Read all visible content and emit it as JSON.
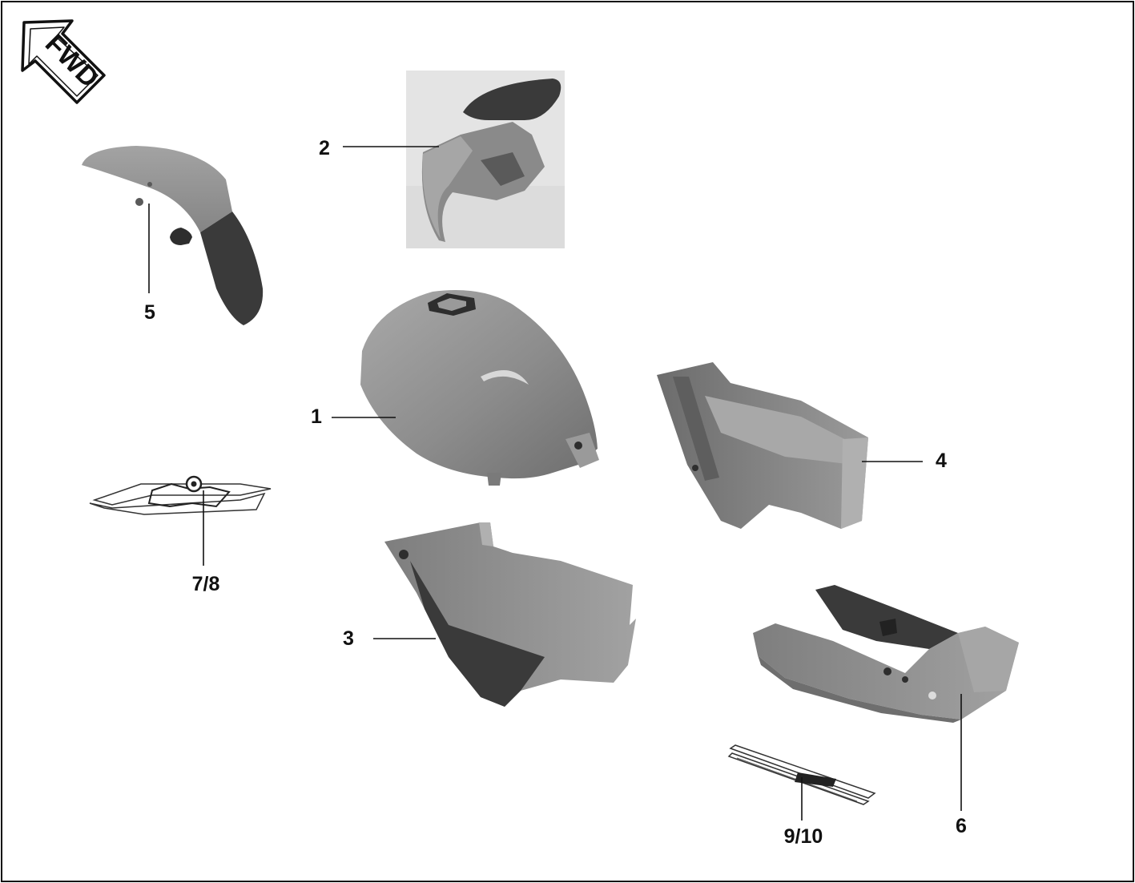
{
  "direction_badge": {
    "label": "FWD",
    "icon": "forward-arrow-icon"
  },
  "parts": [
    {
      "id": "1",
      "label": "1",
      "name": "fuel-tank"
    },
    {
      "id": "2",
      "label": "2",
      "name": "front-fender-inner-cover"
    },
    {
      "id": "3",
      "label": "3",
      "name": "side-cover"
    },
    {
      "id": "4",
      "label": "4",
      "name": "rear-inner-tray"
    },
    {
      "id": "5",
      "label": "5",
      "name": "front-fender"
    },
    {
      "id": "6",
      "label": "6",
      "name": "rear-tail-cover"
    },
    {
      "id": "7_8",
      "label": "7/8",
      "name": "tank-decal"
    },
    {
      "id": "9_10",
      "label": "9/10",
      "name": "tail-decal"
    }
  ],
  "colors": {
    "part_gray": "#8e8e8e",
    "part_dark": "#3c3c3c",
    "part_light": "#b4b4b4",
    "ink": "#111111"
  }
}
